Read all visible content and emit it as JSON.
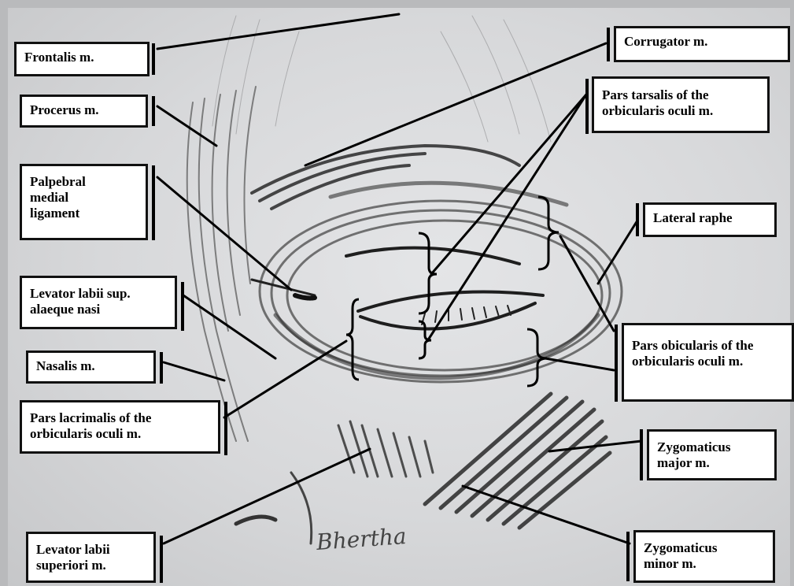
{
  "labels": {
    "frontalis": "Frontalis m.",
    "procerus": "Procerus m.",
    "palpebral": [
      "Palpebral",
      "medial",
      "ligament"
    ],
    "levator_alaeque": [
      "Levator labii sup.",
      "alaeque nasi"
    ],
    "nasalis": "Nasalis m.",
    "pars_lacrimalis": [
      "Pars lacrimalis of the",
      "orbicularis oculi m."
    ],
    "levator_superiori": [
      "Levator labii",
      "superiori m."
    ],
    "corrugator": "Corrugator m.",
    "pars_tarsalis": [
      "Pars tarsalis of the",
      "orbicularis oculi m."
    ],
    "lateral_raphe": "Lateral raphe",
    "pars_obicularis": [
      "Pars obicularis of the",
      "orbicularis oculi m."
    ],
    "zygomaticus_major": [
      "Zygomaticus",
      "major  m."
    ],
    "zygomaticus_minor": [
      "Zygomaticus",
      "minor  m."
    ]
  },
  "signature": "Bhertha",
  "colors": {
    "paper": "#dcdde0",
    "pencil": "#2a2a2a",
    "leader": "#000000"
  }
}
